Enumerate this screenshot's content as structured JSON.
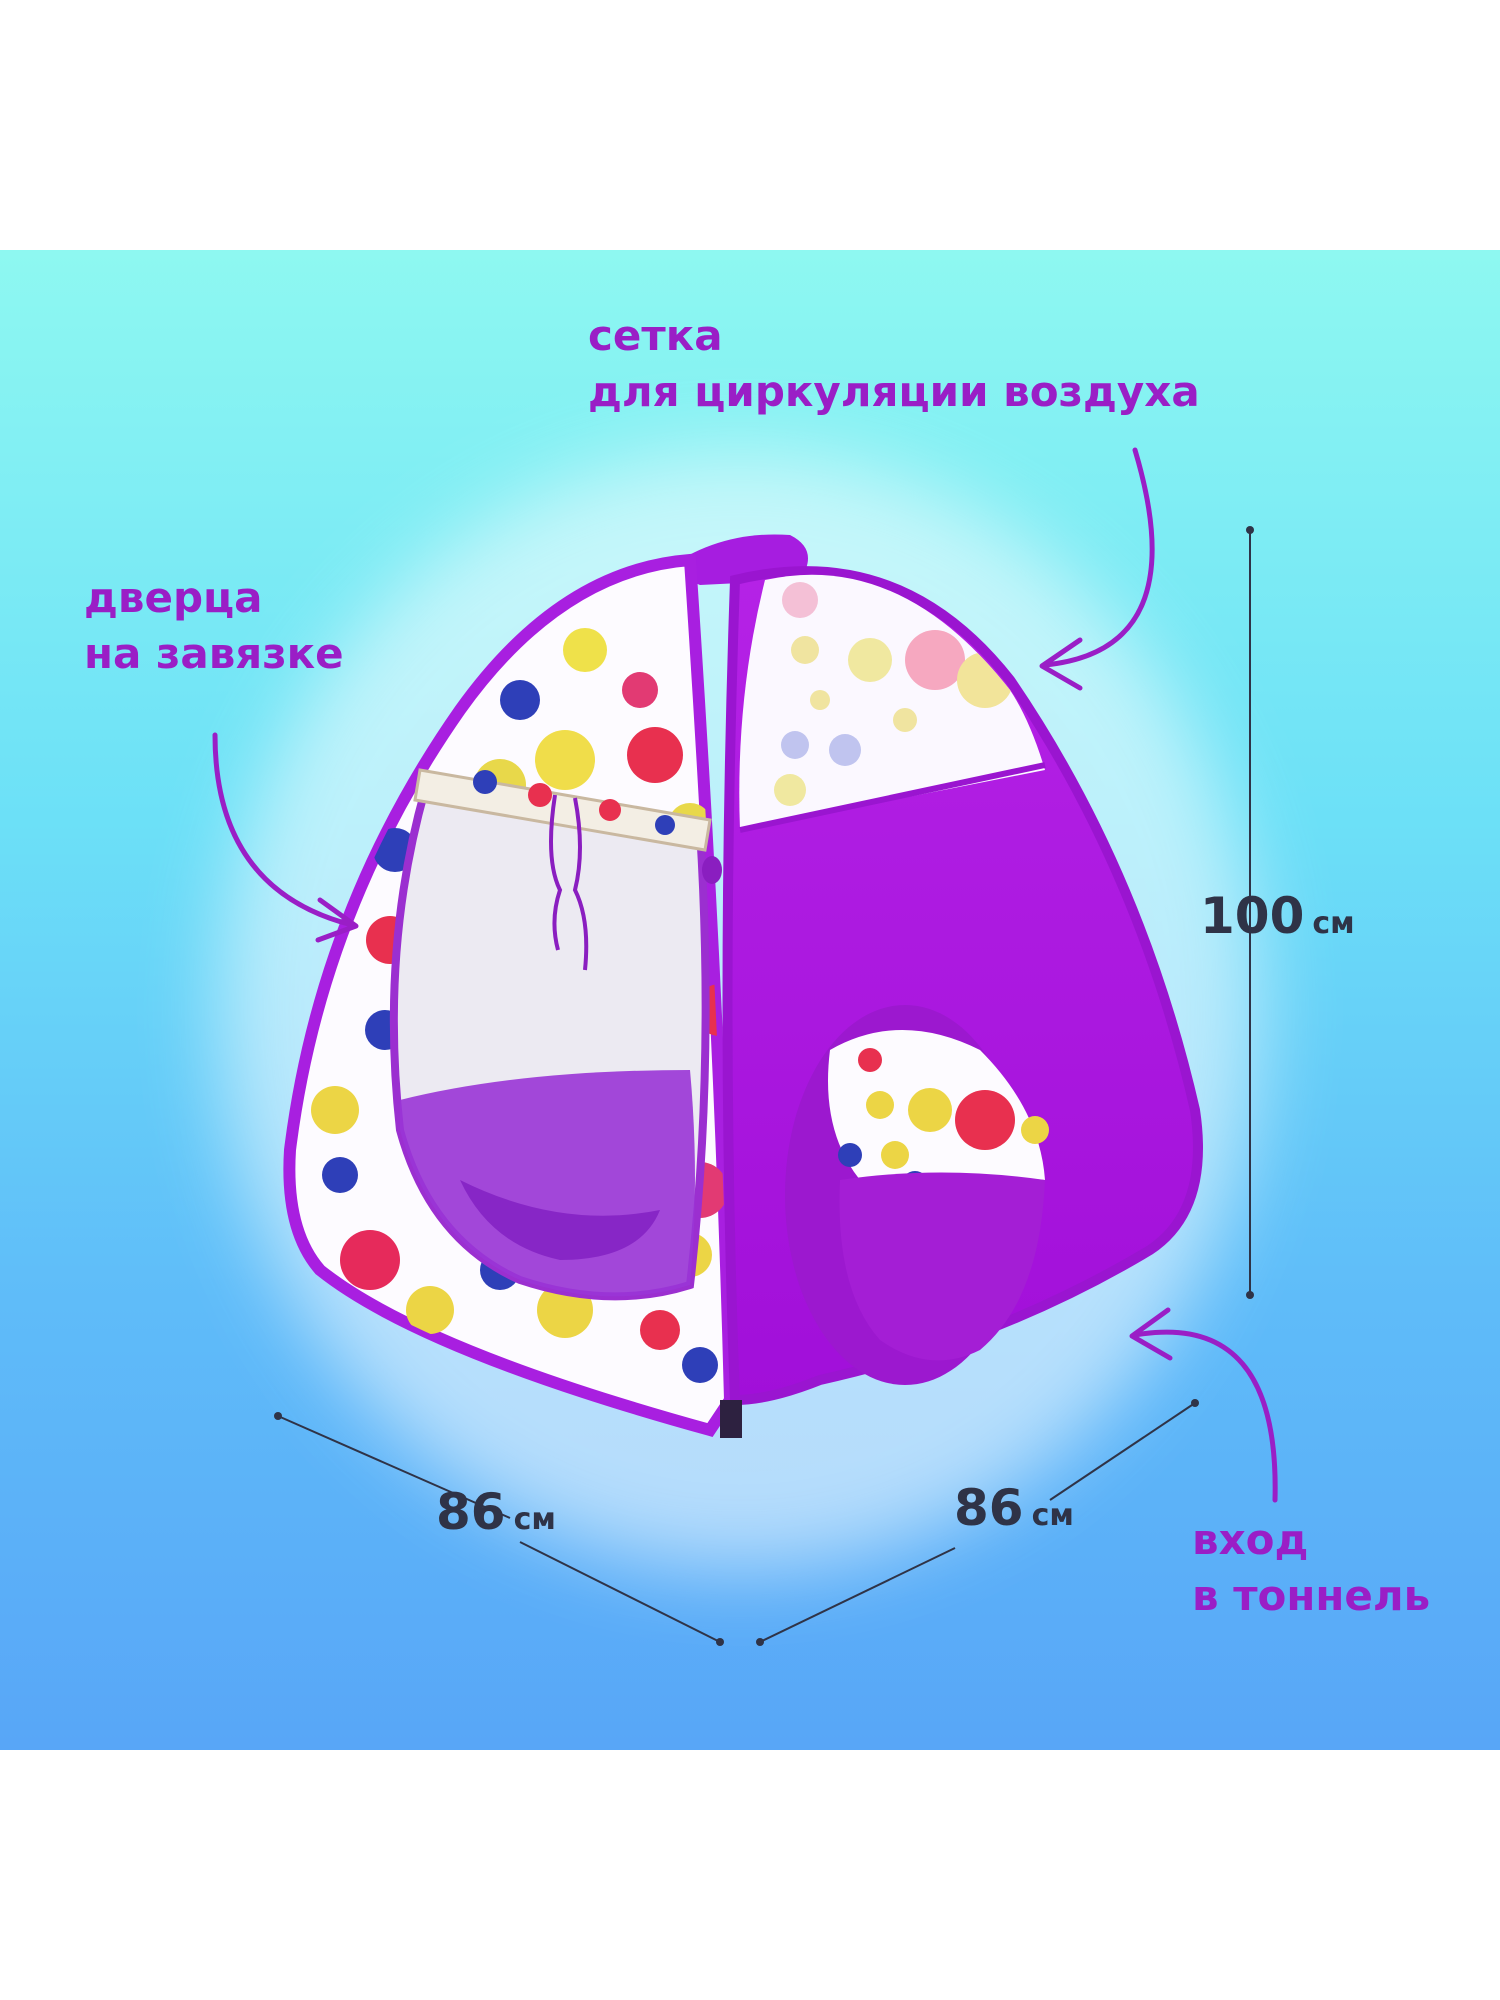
{
  "annotations": {
    "mesh": {
      "line1": "сетка",
      "line2": "для циркуляции воздуха"
    },
    "door": {
      "line1": "дверца",
      "line2": "на завязке"
    },
    "tunnel": {
      "line1": "вход",
      "line2": "в тоннель"
    }
  },
  "dimensions": {
    "height": {
      "value": "100",
      "unit": "см"
    },
    "width_left": {
      "value": "86",
      "unit": "см"
    },
    "width_right": {
      "value": "86",
      "unit": "см"
    }
  },
  "colors": {
    "accent": "#9a1ec6",
    "tent_purple": "#b21fe3",
    "dim_text": "#2f3347"
  },
  "icons": {
    "arrow_mesh": "curved-arrow-icon",
    "arrow_door": "curved-arrow-icon",
    "arrow_tunnel": "curved-arrow-icon"
  }
}
